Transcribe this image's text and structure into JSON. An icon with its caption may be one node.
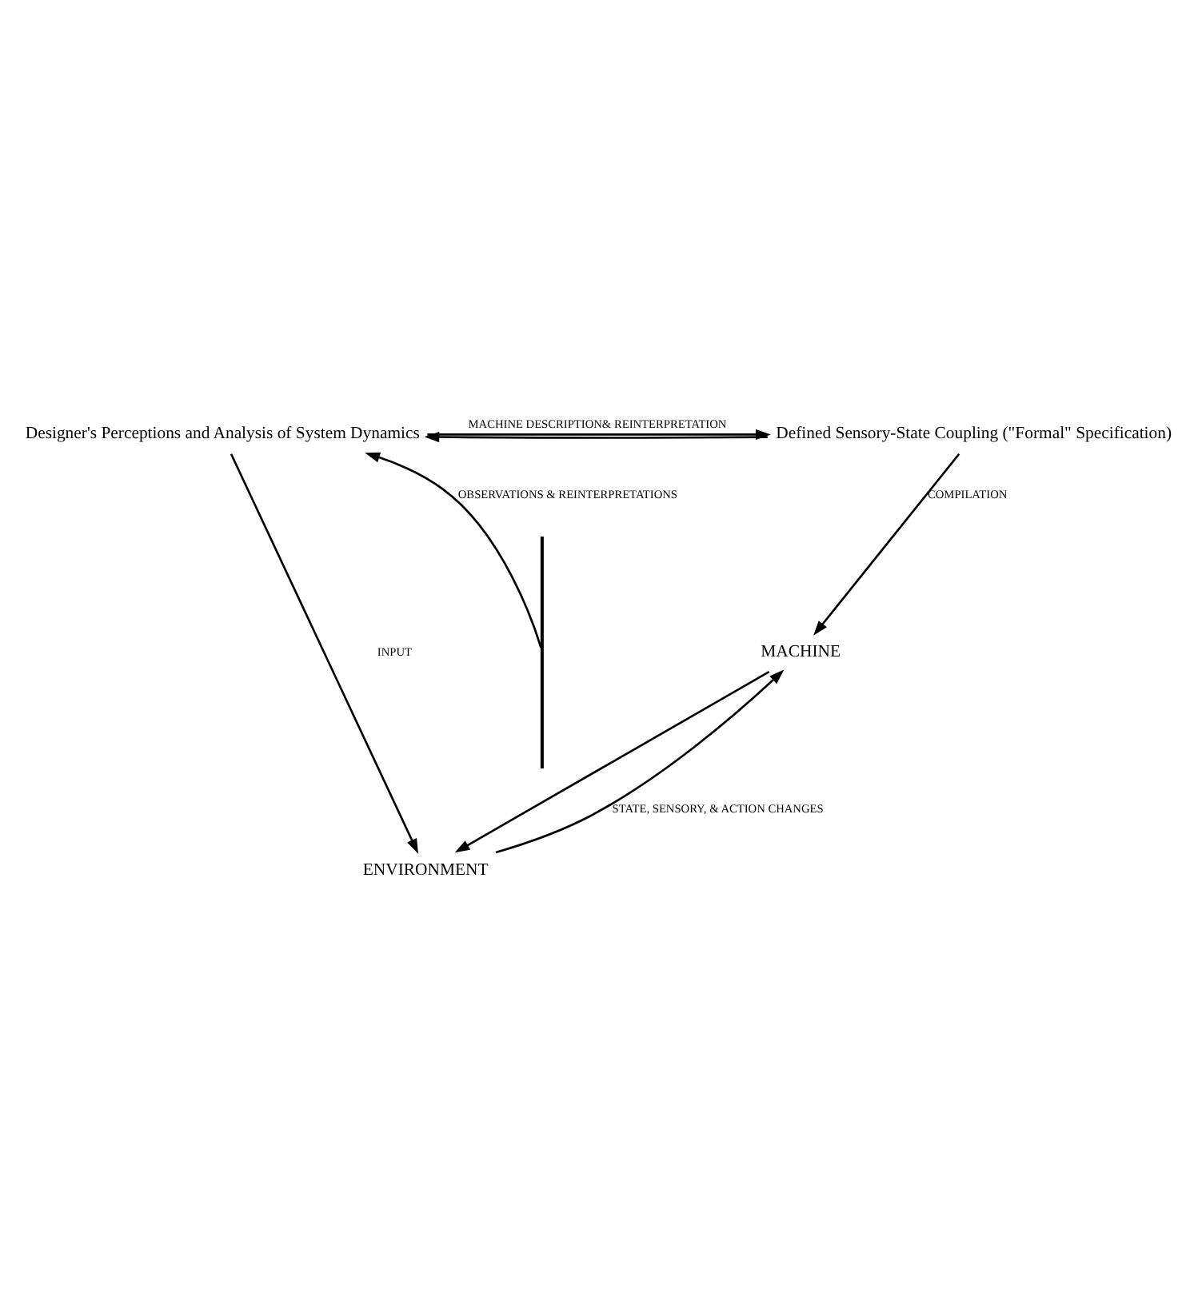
{
  "diagram": {
    "nodes": [
      {
        "text": [
          "Designer's Perceptions and Analysis of System Dynamics"
        ]
      },
      {
        "text": [
          "Defined Sensory-State Coupling (\"Formal\" Specification)"
        ]
      },
      {
        "text": [
          "MACHINE"
        ]
      },
      {
        "text": [
          "ENVIRONMENT"
        ]
      },
      {
        "text": [],
        "shape": "bar"
      }
    ],
    "edges": [
      {
        "from": 0,
        "to": 1,
        "arrow": "to",
        "label": "MACHINE DESCRIPTION& REINTERPRETATION"
      },
      {
        "from": 1,
        "to": 0,
        "arrow": "to"
      },
      {
        "from": 1,
        "to": 2,
        "arrow": "to",
        "label": "COMPILATION"
      },
      {
        "from": 2,
        "to": 3,
        "arrow": "to"
      },
      {
        "from": 3,
        "to": 2,
        "arrow": "to",
        "label": "STATE, SENSORY, & ACTION CHANGES"
      },
      {
        "from": 4,
        "to": 0,
        "arrow": "to",
        "label": "OBSERVATIONS & REINTERPRETATIONS"
      },
      {
        "from": 0,
        "to": 3,
        "arrow": "to",
        "label": "INPUT"
      }
    ]
  }
}
